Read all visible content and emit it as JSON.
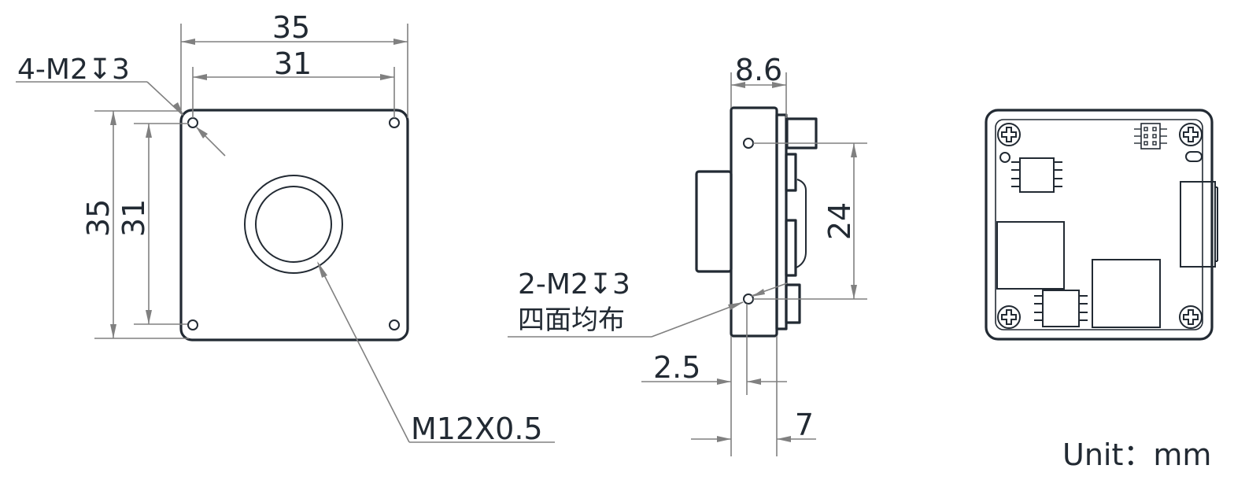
{
  "drawing": {
    "unit_label": "Unit：mm",
    "front_view": {
      "width_outer": "35",
      "width_hole_pitch": "31",
      "height_outer": "35",
      "height_hole_pitch": "31",
      "mount_hole_callout": "4-M2↧3",
      "lens_mount_callout": "M12X0.5"
    },
    "side_view": {
      "depth_total": "8.6",
      "hole_pitch": "24",
      "hole_callout_line1": "2-M2↧3",
      "hole_callout_line2": "四面均布",
      "hole_offset": "2.5",
      "housing_depth": "7"
    },
    "rear_view": {
      "components": [
        "screw-top-left",
        "screw-top-right",
        "screw-bottom-left",
        "screw-bottom-right",
        "ic-soic8-top",
        "pin-header-3x3",
        "ic-square-left",
        "ic-square-bottom",
        "ic-soic8-bottom",
        "side-connector"
      ]
    }
  }
}
